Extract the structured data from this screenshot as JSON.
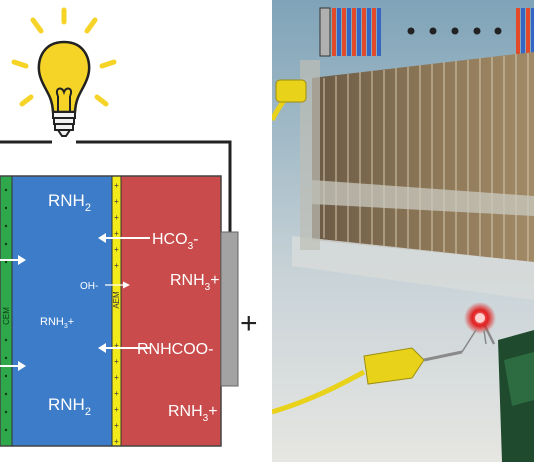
{
  "diagram": {
    "species": {
      "rnh2_top": "RNH",
      "rnh2_top_sub": "2",
      "rnh2_bottom": "RNH",
      "rnh2_bottom_sub": "2",
      "rnh3_left": "RNH",
      "rnh3_left_sup": "3",
      "rnh3_left_plus": "+",
      "oh": "OH-",
      "hco3": "HCO",
      "hco3_sub": "3",
      "hco3_charge": "-",
      "rnh3_right_top": "RNH",
      "rnh3_right_top_sub": "3",
      "rnh3_right_top_plus": "+",
      "rnhcoo": "RNHCOO-",
      "rnh3_right_bottom": "RNH",
      "rnh3_right_bottom_sub": "3",
      "rnh3_right_bottom_plus": "+"
    },
    "membranes": {
      "cem": "CEM",
      "aem": "AEM"
    },
    "terminal_sign": "+",
    "colors": {
      "blue_compartment": "#3d7cc9",
      "red_compartment": "#c94b4b",
      "cem_membrane": "#2ea84a",
      "aem_membrane": "#f2ea1a",
      "bulb": "#f5d327",
      "electrode": "#a3a3a3"
    }
  },
  "photo": {
    "icons": [
      "stack-unit-icon",
      "ellipsis-dots",
      "stack-unit-icon"
    ],
    "description_items": [
      "membrane-stack",
      "alligator-clip-left",
      "alligator-clip-right",
      "red-led"
    ]
  }
}
